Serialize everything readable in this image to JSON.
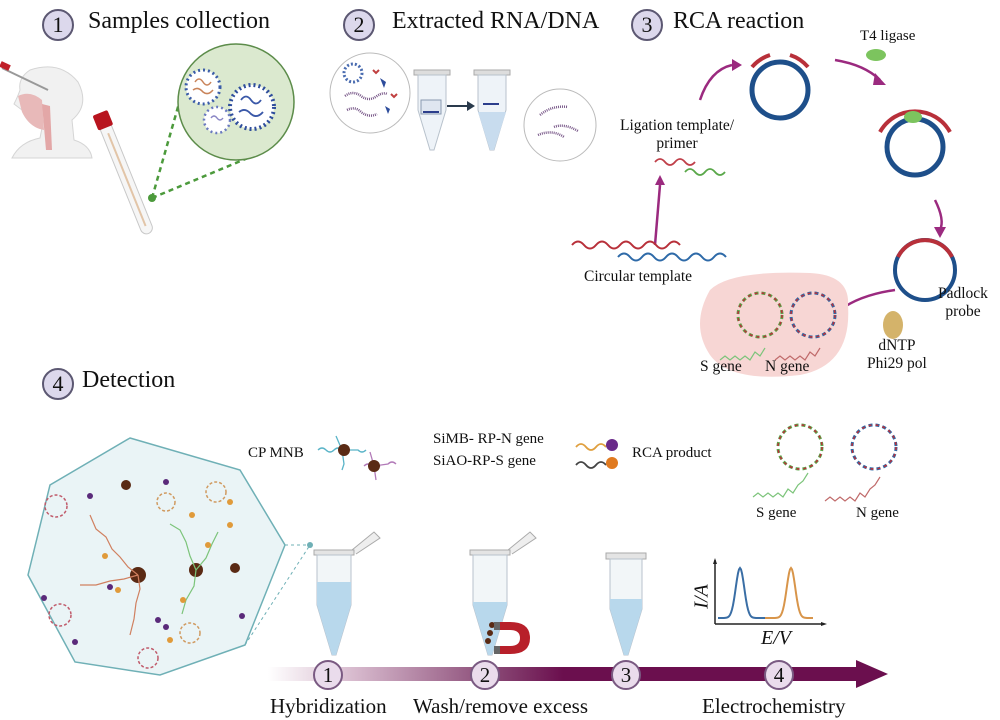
{
  "steps": [
    {
      "number": "1",
      "title": "Samples collection"
    },
    {
      "number": "2",
      "title": "Extracted RNA/DNA"
    },
    {
      "number": "3",
      "title": "RCA reaction"
    },
    {
      "number": "4",
      "title": "Detection"
    }
  ],
  "rca": {
    "t4_ligase": "T4 ligase",
    "ligation_template": "Ligation template/\nprimer",
    "circular_template": "Circular template",
    "padlock_probe": "Padlock\nprobe",
    "dntp": "dNTP\nPhi29 pol",
    "s_gene": "S gene",
    "n_gene": "N gene"
  },
  "legend": {
    "cp_mnb": "CP MNB",
    "simb": "SiMB- RP-N gene",
    "siao": "SiAO-RP-S gene",
    "rca_product": "RCA product",
    "s_gene": "S gene",
    "n_gene": "N gene"
  },
  "plot": {
    "ylabel": "I/A",
    "xlabel": "E/V",
    "peak1_color": "#3a6ea5",
    "peak2_color": "#d8954a"
  },
  "timeline": {
    "items": [
      {
        "number": "1",
        "label": "Hybridization"
      },
      {
        "number": "2",
        "label": "Wash/remove excess"
      },
      {
        "number": "3",
        "label": ""
      },
      {
        "number": "4",
        "label": "Electrochemistry"
      }
    ],
    "color": "#6b0f4e"
  },
  "colors": {
    "badge_fill": "#dcd8ec",
    "arrow_magenta": "#9b2a7f",
    "dna_red": "#b8303a",
    "dna_blue": "#1e4f8a",
    "dna_green": "#5aa84a"
  }
}
